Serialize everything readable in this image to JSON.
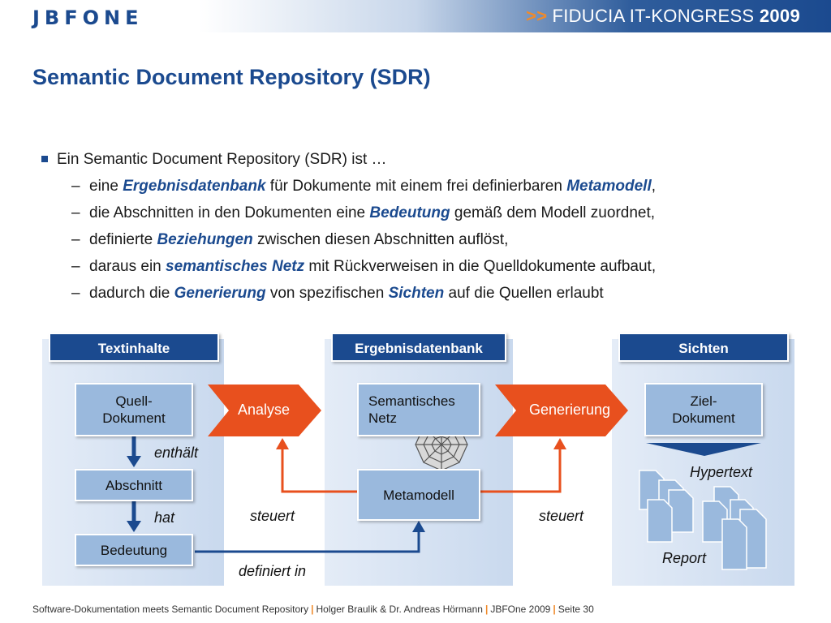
{
  "header": {
    "logo": "JBFONE",
    "congress_arrows": ">>",
    "congress_text": "FIDUCIA IT-KONGRESS",
    "congress_year": "2009"
  },
  "slide_title": "Semantic Document Repository (SDR)",
  "bullets": {
    "main": "Ein Semantic Document Repository (SDR) ist …",
    "items": [
      {
        "pre": "eine ",
        "hl": "Ergebnisdatenbank",
        "mid": " für Dokumente mit einem frei definierbaren ",
        "hl2": "Metamodell",
        "post": ","
      },
      {
        "pre": "die Abschnitten in den Dokumenten eine ",
        "hl": "Bedeutung",
        "mid": " gemäß dem Modell zuordnet,",
        "hl2": "",
        "post": ""
      },
      {
        "pre": "definierte ",
        "hl": "Beziehungen",
        "mid": " zwischen diesen Abschnitten auflöst,",
        "hl2": "",
        "post": ""
      },
      {
        "pre": "daraus ein ",
        "hl": "semantisches Netz",
        "mid": " mit Rückverweisen in die Quelldokumente aufbaut,",
        "hl2": "",
        "post": ""
      },
      {
        "pre": "dadurch die ",
        "hl": "Generierung",
        "mid": " von spezifischen ",
        "hl2": "Sichten",
        "post": " auf die Quellen erlaubt"
      }
    ]
  },
  "diagram": {
    "columns": [
      "Textinhalte",
      "Ergebnisdatenbank",
      "Sichten"
    ],
    "boxes": {
      "quell": "Quell-\nDokument",
      "abschnitt": "Abschnitt",
      "bedeutung": "Bedeutung",
      "semnetz": "Semantisches\nNetz",
      "metamodell": "Metamodell",
      "ziel": "Ziel-\nDokument"
    },
    "arrows": {
      "analyse": "Analyse",
      "generierung": "Generierung"
    },
    "labels": {
      "enthaelt": "enthält",
      "hat": "hat",
      "steuert_left": "steuert",
      "steuert_right": "steuert",
      "definiert_in": "definiert in",
      "hypertext": "Hypertext",
      "report": "Report"
    },
    "colors": {
      "accent": "#1b4a8f",
      "orange": "#e8501e",
      "box": "#9ab9dd"
    }
  },
  "footer": {
    "part1": "Software-Dokumentation meets Semantic Document Repository",
    "sep": "|",
    "part2": "Holger Braulik & Dr. Andreas Hörmann",
    "part3": "JBFOne 2009",
    "part4": "Seite 30"
  }
}
